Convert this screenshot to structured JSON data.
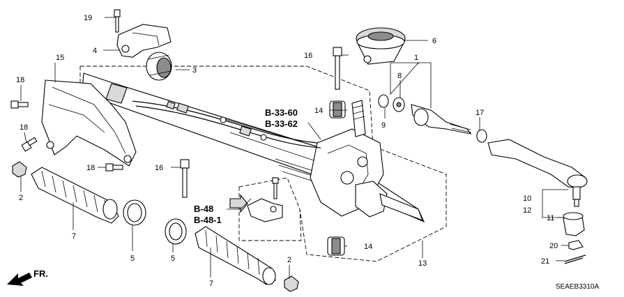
{
  "diagram_code": "SEAEB3310A",
  "direction_label": "FR.",
  "callouts": {
    "c1": "1",
    "c2a": "2",
    "c2b": "2",
    "c3": "3",
    "c4": "4",
    "c5a": "5",
    "c5b": "5",
    "c6": "6",
    "c7a": "7",
    "c7b": "7",
    "c8": "8",
    "c9": "9",
    "c10": "10",
    "c11": "11",
    "c12": "12",
    "c13": "13",
    "c14a": "14",
    "c14b": "14",
    "c15": "15",
    "c16a": "16",
    "c16b": "16",
    "c17": "17",
    "c18a": "18",
    "c18b": "18",
    "c18c": "18",
    "c19": "19",
    "c20": "20",
    "c21": "21"
  },
  "references": {
    "r1": "B-33-60",
    "r2": "B-33-62",
    "r3": "B-48",
    "r4": "B-48-1"
  }
}
